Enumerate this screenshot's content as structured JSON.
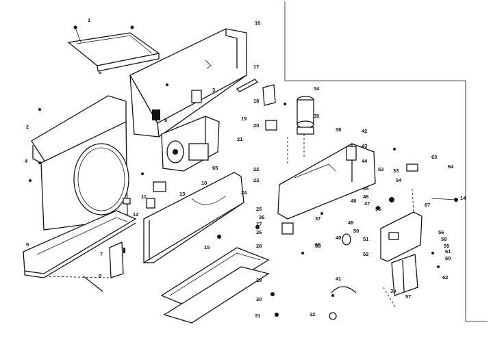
{
  "diagram": {
    "labels": [
      "1",
      "2",
      "3",
      "4",
      "5",
      "6",
      "7",
      "8",
      "9",
      "10",
      "11",
      "12",
      "13",
      "14",
      "15",
      "16",
      "17",
      "18",
      "19",
      "20",
      "21",
      "22",
      "23",
      "24",
      "25",
      "26",
      "27",
      "28",
      "29",
      "30",
      "31",
      "32",
      "33",
      "34",
      "35",
      "36",
      "37",
      "38",
      "39",
      "40",
      "41",
      "42",
      "43",
      "44",
      "45",
      "46",
      "47",
      "48",
      "49",
      "50",
      "51",
      "52",
      "53",
      "54",
      "55",
      "56",
      "57",
      "58",
      "59",
      "60",
      "61",
      "62",
      "63",
      "64",
      "65",
      "66",
      "67",
      "68"
    ],
    "colors": {
      "ink": "#111111",
      "paper": "#ffffff"
    }
  }
}
